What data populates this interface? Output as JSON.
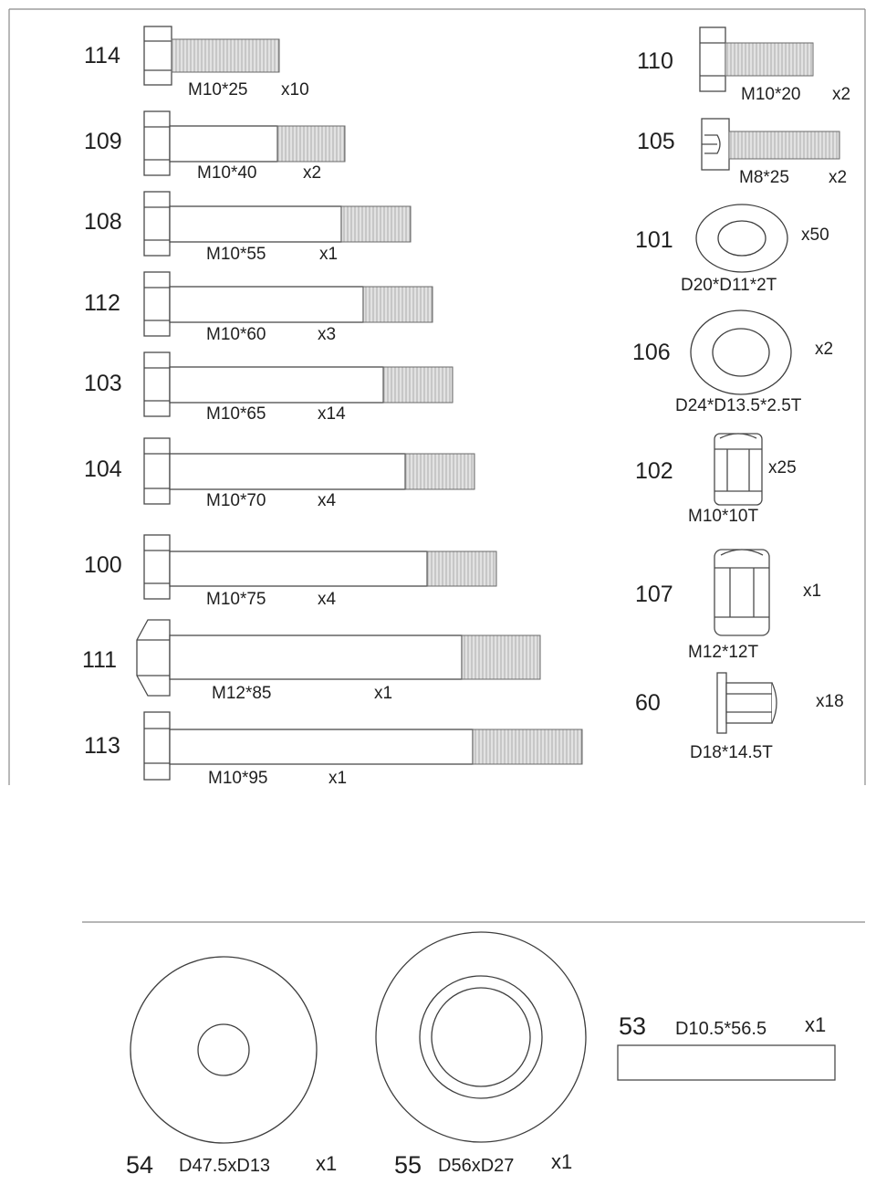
{
  "bolts": [
    {
      "part_no": "114",
      "spec": "M10*25",
      "qty": "x10"
    },
    {
      "part_no": "109",
      "spec": "M10*40",
      "qty": "x2"
    },
    {
      "part_no": "108",
      "spec": "M10*55",
      "qty": "x1"
    },
    {
      "part_no": "112",
      "spec": "M10*60",
      "qty": "x3"
    },
    {
      "part_no": "103",
      "spec": "M10*65",
      "qty": "x14"
    },
    {
      "part_no": "104",
      "spec": "M10*70",
      "qty": "x4"
    },
    {
      "part_no": "100",
      "spec": "M10*75",
      "qty": "x4"
    },
    {
      "part_no": "111",
      "spec": "M12*85",
      "qty": "x1"
    },
    {
      "part_no": "113",
      "spec": "M10*95",
      "qty": "x1"
    }
  ],
  "small_parts": [
    {
      "part_no": "110",
      "spec": "M10*20",
      "qty": "x2",
      "icon": "hex-bolt-icon"
    },
    {
      "part_no": "105",
      "spec": "M8*25",
      "qty": "x2",
      "icon": "allen-bolt-icon"
    },
    {
      "part_no": "101",
      "spec": "D20*D11*2T",
      "qty": "x50",
      "icon": "washer-icon"
    },
    {
      "part_no": "106",
      "spec": "D24*D13.5*2.5T",
      "qty": "x2",
      "icon": "washer-icon"
    },
    {
      "part_no": "102",
      "spec": "M10*10T",
      "qty": "x25",
      "icon": "nut-icon"
    },
    {
      "part_no": "107",
      "spec": "M12*12T",
      "qty": "x1",
      "icon": "nut-icon"
    },
    {
      "part_no": "60",
      "spec": "D18*14.5T",
      "qty": "x18",
      "icon": "bushing-icon"
    }
  ],
  "large_parts": [
    {
      "part_no": "54",
      "spec": "D47.5xD13",
      "qty": "x1",
      "icon": "washer-icon"
    },
    {
      "part_no": "55",
      "spec": "D56xD27",
      "qty": "x1",
      "icon": "spacer-icon"
    },
    {
      "part_no": "53",
      "spec": "D10.5*56.5",
      "qty": "x1",
      "icon": "sleeve-icon"
    }
  ]
}
